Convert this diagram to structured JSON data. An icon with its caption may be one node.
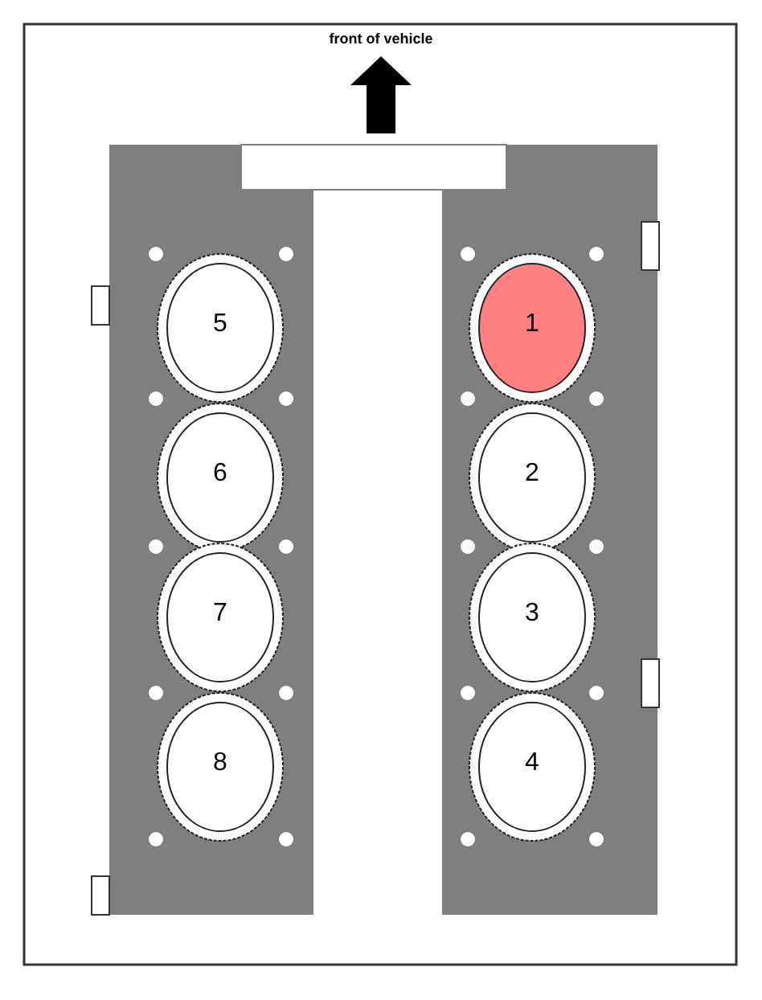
{
  "diagram": {
    "nodes": [
      {
        "text": [
          "5"
        ]
      },
      {
        "text": [
          "1"
        ]
      },
      {
        "text": [
          "6"
        ]
      },
      {
        "text": [
          "2"
        ]
      },
      {
        "text": [
          "7"
        ]
      },
      {
        "text": [
          "3"
        ]
      },
      {
        "text": [
          "8"
        ]
      },
      {
        "text": [
          "4"
        ]
      }
    ],
    "labels": [
      "front of vehicle"
    ]
  }
}
